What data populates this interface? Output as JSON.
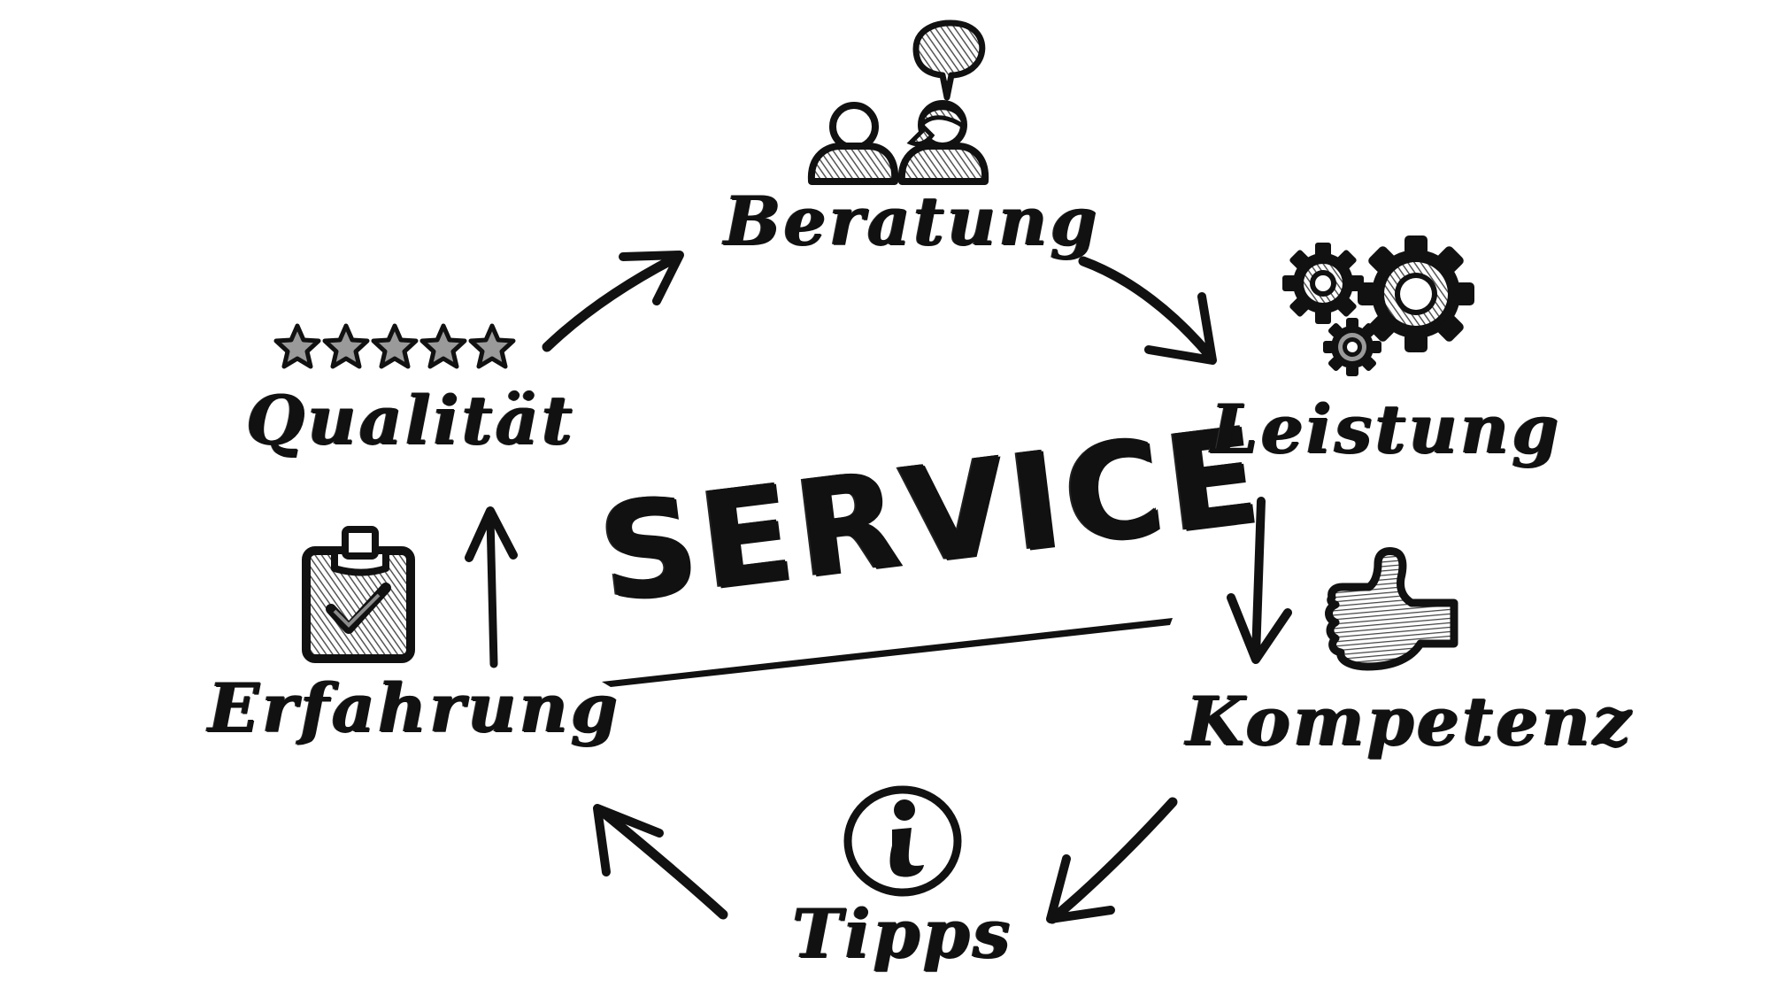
{
  "diagram": {
    "title": "SERVICE",
    "cycle": [
      {
        "id": "beratung",
        "label": "Beratung",
        "icon": "people-talking-icon"
      },
      {
        "id": "leistung",
        "label": "Leistung",
        "icon": "gears-icon"
      },
      {
        "id": "kompetenz",
        "label": "Kompetenz",
        "icon": "thumbs-up-icon"
      },
      {
        "id": "tipps",
        "label": "Tipps",
        "icon": "info-icon"
      },
      {
        "id": "erfahrung",
        "label": "Erfahrung",
        "icon": "clipboard-check-icon"
      },
      {
        "id": "qualitaet",
        "label": "Qualität",
        "icon": "five-stars-icon"
      }
    ],
    "arrows": [
      {
        "from": "Qualität",
        "to": "Beratung"
      },
      {
        "from": "Beratung",
        "to": "Leistung"
      },
      {
        "from": "Leistung",
        "to": "Kompetenz"
      },
      {
        "from": "Kompetenz",
        "to": "Tipps"
      },
      {
        "from": "Tipps",
        "to": "Erfahrung"
      },
      {
        "from": "Erfahrung",
        "to": "Qualität"
      }
    ],
    "colors": {
      "ink": "#111111",
      "fill_gray": "#9a9a9a",
      "background": "#ffffff"
    }
  }
}
